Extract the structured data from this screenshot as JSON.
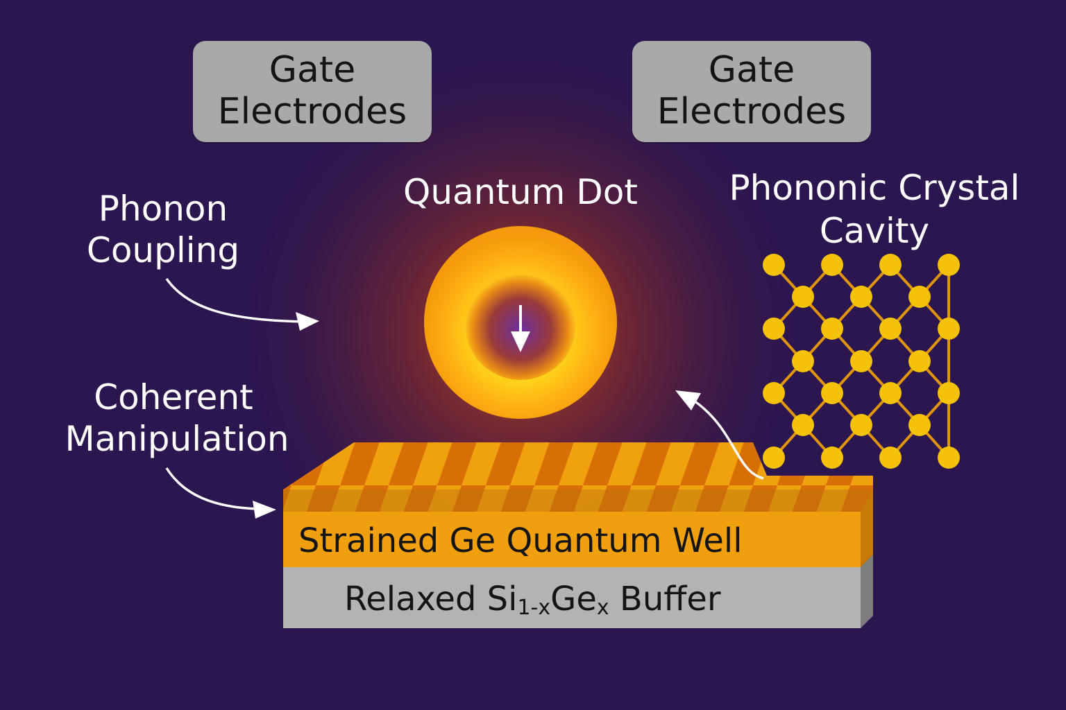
{
  "gates": {
    "left": {
      "line1": "Gate",
      "line2": "Electrodes"
    },
    "right": {
      "line1": "Gate",
      "line2": "Electrodes"
    }
  },
  "labels": {
    "quantum_dot": "Quantum Dot",
    "phononic_line1": "Phononic Crystal",
    "phononic_line2": "Cavity",
    "phonon_line1": "Phonon",
    "phonon_line2": "Coupling",
    "coherent_line1": "Coherent",
    "coherent_line2": "Manipulation"
  },
  "layers": {
    "well": "Strained Ge Quantum Well",
    "buffer_prefix": "Relaxed Si",
    "buffer_sub1": "1-x",
    "buffer_mid": "Ge",
    "buffer_sub2": "x",
    "buffer_suffix": " Buffer"
  },
  "colors": {
    "background": "#2b1650",
    "accent_orange": "#f39a0c",
    "stripe_dark": "#d86f06",
    "node_yellow": "#f5c20a",
    "lattice_line": "#e0950e",
    "gray_box": "#a9a9a9",
    "buffer_gray": "#b3b3b3"
  },
  "spin": {
    "direction": "down"
  }
}
